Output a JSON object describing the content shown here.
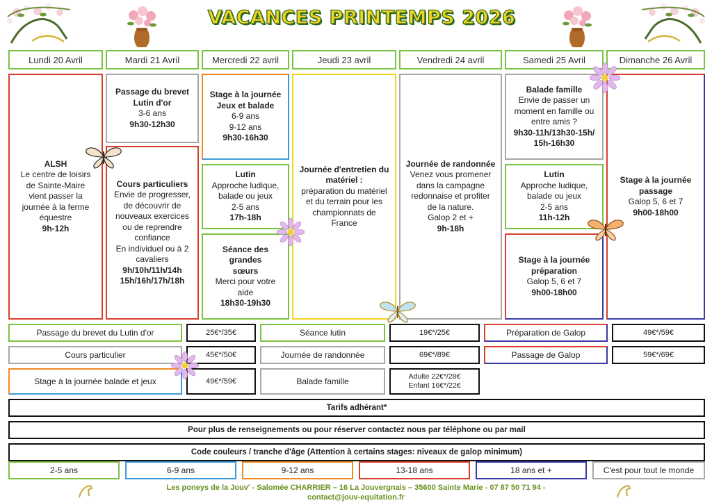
{
  "title": "VACANCES PRINTEMPS 2026",
  "days": [
    {
      "label": "Lundi 20 Avril"
    },
    {
      "label": "Mardi 21 Avril"
    },
    {
      "label": "Mercredi 22 avril"
    },
    {
      "label": "Jeudi 23 avril"
    },
    {
      "label": "Vendredi 24 avril"
    },
    {
      "label": "Samedi 25 Avril"
    },
    {
      "label": "Dimanche 26 Avril"
    }
  ],
  "activities": {
    "lundi_alsh": [
      "ALSH",
      "Le centre de loisirs",
      "de Sainte-Maire",
      "vient passer la",
      "journée à la ferme",
      "équestre",
      "9h-12h"
    ],
    "mardi_brevet": [
      "Passage du brevet",
      "Lutin d'or",
      "3-6 ans",
      "9h30-12h30"
    ],
    "mardi_cours": [
      "Cours particuliers",
      "Envie de progresser,",
      "de découvrir de",
      "nouveaux exercices",
      "ou de reprendre",
      "confiance",
      "En individuel ou à 2",
      "cavaliers",
      "9h/10h/11h/14h",
      "15h/16h/17h/18h"
    ],
    "mercredi_stage": [
      "Stage à la journée",
      "Jeux et balade",
      "6-9 ans",
      "9-12 ans",
      "9h30-16h30"
    ],
    "mercredi_lutin": [
      "Lutin",
      "Approche ludique,",
      "balade ou jeux",
      "2-5 ans",
      "17h-18h"
    ],
    "mercredi_seance": [
      "Séance des",
      "grandes",
      "sœurs",
      "Merci pour votre",
      "aide",
      "18h30-19h30"
    ],
    "jeudi_entretien": [
      "Journée d'entretien du",
      "matériel :",
      "préparation du matériel",
      "et du terrain pour les",
      "championnats de",
      "France"
    ],
    "vendredi_rando": [
      "Journée de randonnée",
      "Venez vous promener",
      "dans la campagne",
      "redonnaise et profiter",
      "de la nature.",
      "Galop 2 et +",
      "9h-18h"
    ],
    "samedi_balade": [
      "Balade famille",
      "Envie de passer un",
      "moment en famille ou",
      "entre amis ?",
      "9h30-11h/13h30-15h/",
      "15h-16h30"
    ],
    "samedi_lutin": [
      "Lutin",
      "Approche ludique,",
      "balade ou jeux",
      "2-5 ans",
      "11h-12h"
    ],
    "samedi_stage": [
      "Stage à la journée",
      "préparation",
      "Galop 5, 6 et 7",
      "9h00-18h00"
    ],
    "dimanche_stage": [
      "Stage à la journée",
      "passage",
      "Galop 5, 6 et 7",
      "9h00-18h00"
    ]
  },
  "prices": {
    "brevet_label": "Passage du brevet du Lutin d'or",
    "brevet_price": "25€*/35€",
    "cours_label": "Cours particulier",
    "cours_price": "45€*/50€",
    "stage_label": "Stage à la journée balade et jeux",
    "stage_price": "49€*/59€",
    "lutin_label": "Séance lutin",
    "lutin_price": "19€*/25€",
    "rando_label": "Journée de randonnée",
    "rando_price": "69€*/89€",
    "famille_label": "Balade famille",
    "famille_price_adult": "Adulte 22€*/28€",
    "famille_price_child": "Enfant 16€*/22€",
    "prep_label": "Préparation de Galop",
    "prep_price": "49€*/59€",
    "passage_label": "Passage de Galop",
    "passage_price": "59€*/69€"
  },
  "notes": {
    "adherent": "Tarifs adhérant*",
    "contact": "Pour plus de renseignements ou pour réserver contactez nous par téléphone ou par mail",
    "code": "Code couleurs / tranche d'âge (Attention à certains stages: niveaux de galop minimum)"
  },
  "ages": [
    {
      "label": "2-5 ans",
      "color": "#7cc242"
    },
    {
      "label": "6-9 ans",
      "color": "#3d9bd8"
    },
    {
      "label": "9-12 ans",
      "color": "#f08a24"
    },
    {
      "label": "13-18 ans",
      "color": "#d8402c"
    },
    {
      "label": "18 ans et +",
      "color": "#3a3aa8"
    },
    {
      "label": "C'est pour tout le monde",
      "color": "#a8a8a8"
    }
  ],
  "footer": {
    "line1": "Les poneys de la Jouv' - Salomée CHARRIER – 16 La Jouvergnais – 35600 Sainte Marie - 07 87 50 71 94 -",
    "line2": "contact@jouv-equitation.fr"
  },
  "colors": {
    "green": "#7cc242",
    "blue": "#3d9bd8",
    "orange": "#f08a24",
    "red": "#d8402c",
    "navy": "#3a3aa8",
    "gray": "#a8a8a8",
    "yellow": "#f3d423",
    "black": "#111111"
  }
}
